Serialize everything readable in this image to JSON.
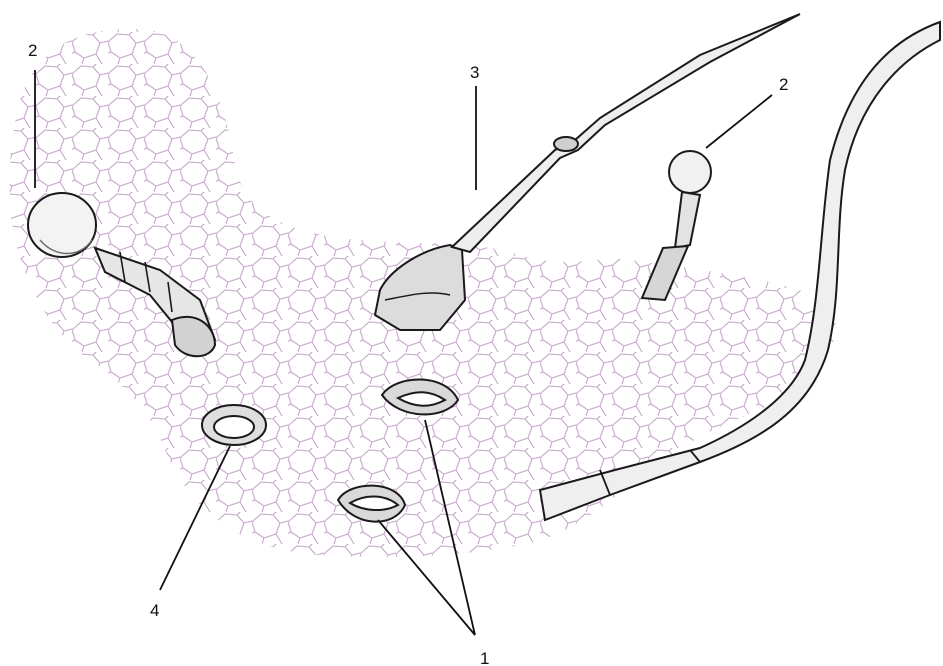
{
  "labels": {
    "n2a": "2",
    "n3": "3",
    "n2b": "2",
    "n4": "4",
    "n1": "1"
  },
  "colors": {
    "ink": "#1a1a1a",
    "cells": "#c7a6cc",
    "shade": "#6b6b6b"
  }
}
